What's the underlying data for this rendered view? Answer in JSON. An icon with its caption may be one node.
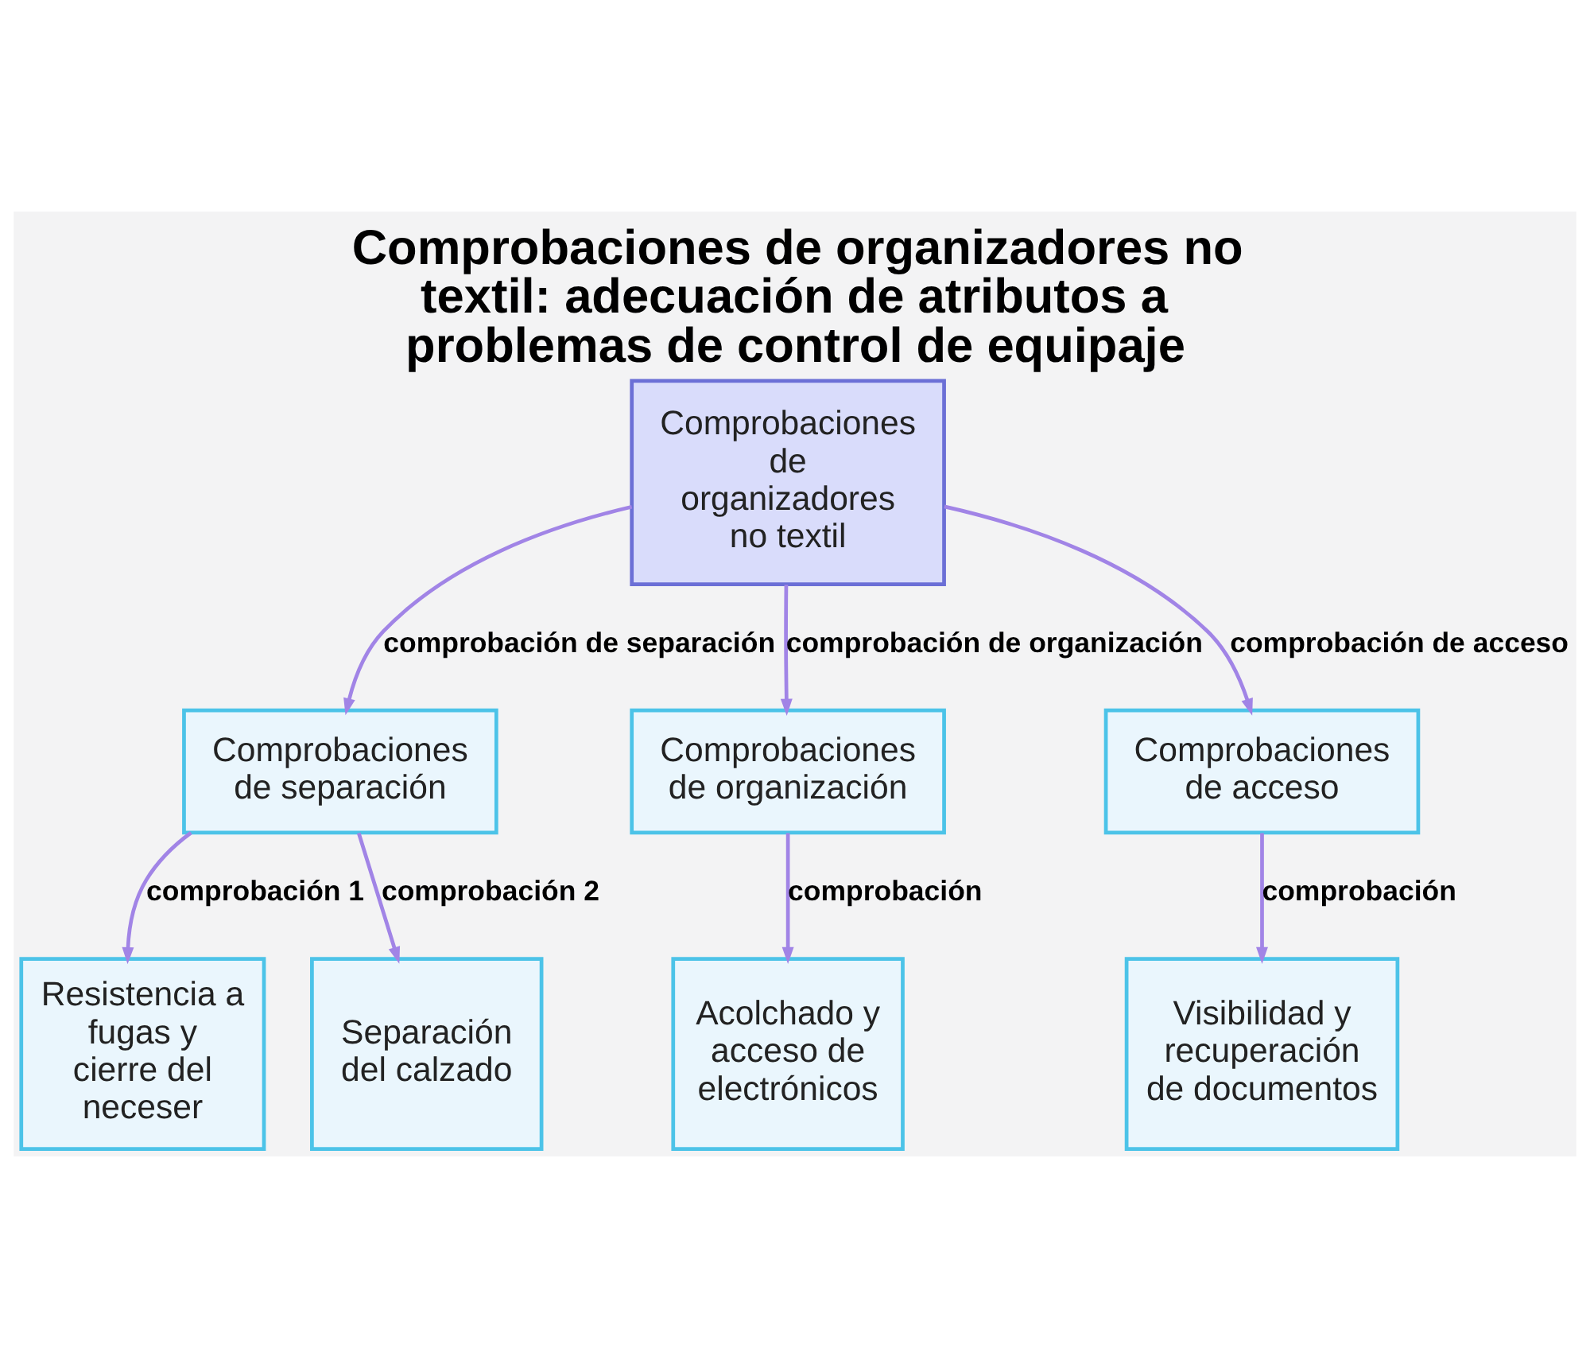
{
  "diagram": {
    "title": "Comprobaciones de organizadores no textil: adecuación de atributos a problemas de control de equipaje",
    "nodes": [
      {
        "text": [
          "Comprobaciones de organizadores no textil"
        ]
      },
      {
        "text": [
          "Comprobaciones de separación"
        ]
      },
      {
        "text": [
          "Comprobaciones de organización"
        ]
      },
      {
        "text": [
          "Comprobaciones de acceso"
        ]
      },
      {
        "text": [
          "Resistencia a fugas y cierre del neceser"
        ]
      },
      {
        "text": [
          "Separación del calzado"
        ]
      },
      {
        "text": [
          "Acolchado y acceso de electrónicos"
        ]
      },
      {
        "text": [
          "Visibilidad y recuperación de documentos"
        ]
      }
    ],
    "edges": [
      {
        "from": 0,
        "to": 1,
        "arrow": "to",
        "label": "comprobación de separación"
      },
      {
        "from": 0,
        "to": 2,
        "arrow": "to",
        "label": "comprobación de organización"
      },
      {
        "from": 0,
        "to": 3,
        "arrow": "to",
        "label": "comprobación de acceso"
      },
      {
        "from": 1,
        "to": 4,
        "arrow": "to",
        "label": "comprobación 1"
      },
      {
        "from": 1,
        "to": 5,
        "arrow": "to",
        "label": "comprobación 2"
      },
      {
        "from": 2,
        "to": 6,
        "arrow": "to",
        "label": "comprobación"
      },
      {
        "from": 3,
        "to": 7,
        "arrow": "to",
        "label": "comprobación"
      }
    ]
  }
}
